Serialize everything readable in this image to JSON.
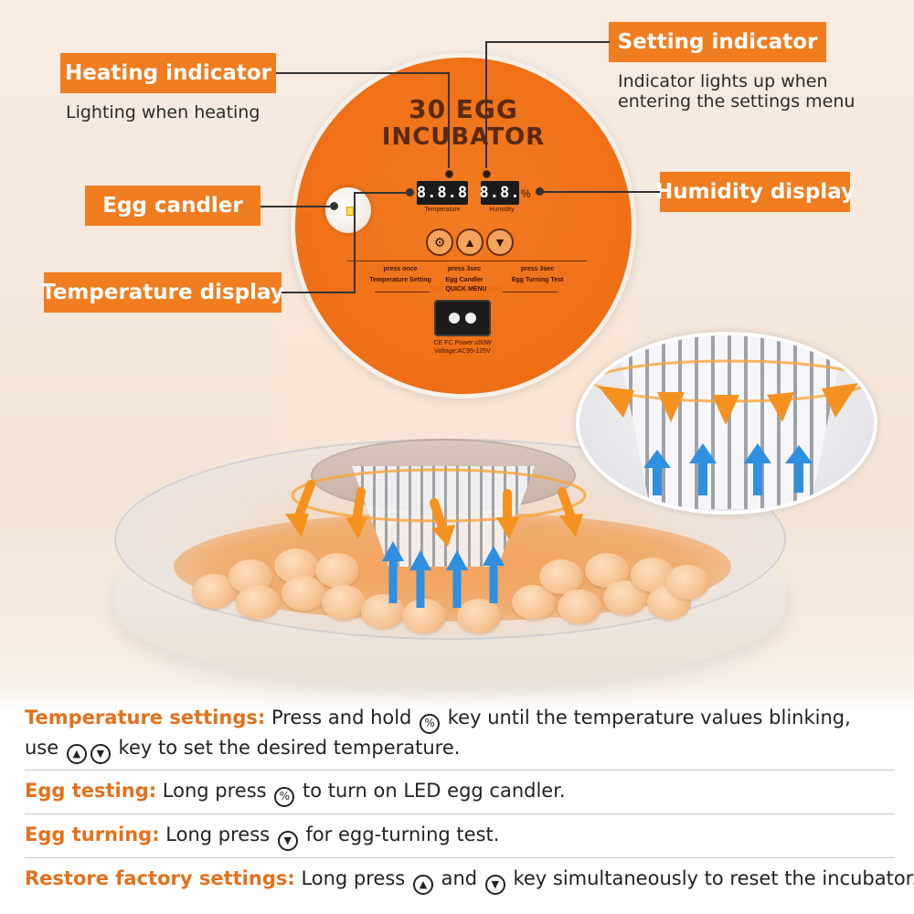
{
  "callouts": {
    "heating": {
      "label": "Heating indicator",
      "caption": "Lighting when heating"
    },
    "setting": {
      "label": "Setting indicator",
      "caption_line1": "Indicator lights up when",
      "caption_line2": "entering the settings menu"
    },
    "egg_candler": {
      "label": "Egg candler"
    },
    "temperature": {
      "label": "Temperature display"
    },
    "humidity": {
      "label": "Humidity display"
    }
  },
  "panel": {
    "title_line1": "30 EGG",
    "title_line2": "INCUBATOR",
    "temp_digits": "8.8.8",
    "temp_label": "Temperature",
    "hum_digits": "8.8.",
    "hum_unit": "%",
    "hum_label": "Humidity",
    "btn_set": "⚙",
    "btn_up": "▲",
    "btn_down": "▼",
    "menu_col1_top": "press once",
    "menu_col1_bottom": "Temperature Setting",
    "menu_col2_top": "press 3sec",
    "menu_col2_bottom": "Egg Candler",
    "menu_col3_top": "press 3sec",
    "menu_col3_bottom": "Egg Turning Test",
    "quick_menu": "QUICK MENU",
    "power_line1": "CE FC Power:≤60W",
    "power_line2": "Voltage:AC95-125V"
  },
  "instructions": [
    {
      "key": "Temperature settings:",
      "text_a": " Press and hold ",
      "text_b": " key until the temperature values blinking,",
      "line2_a": "use ",
      "line2_b": " key to set the desired temperature."
    },
    {
      "key": "Egg testing:",
      "text_a": " Long press ",
      "text_b": " to turn on LED egg candler."
    },
    {
      "key": "Egg turning:",
      "text_a": " Long press ",
      "text_b": " for egg-turning test."
    },
    {
      "key": "Restore factory settings:",
      "text_a": " Long press ",
      "text_b": " and ",
      "text_c": " key simultaneously to reset the incubator."
    }
  ],
  "icons": {
    "set_key": "%",
    "up_key": "▲",
    "down_key": "▼"
  },
  "colors": {
    "accent": "#f07d1f",
    "panel": "#ef6f16",
    "warm_arrow": "#f5921f",
    "cool_arrow": "#2f8fe0"
  }
}
